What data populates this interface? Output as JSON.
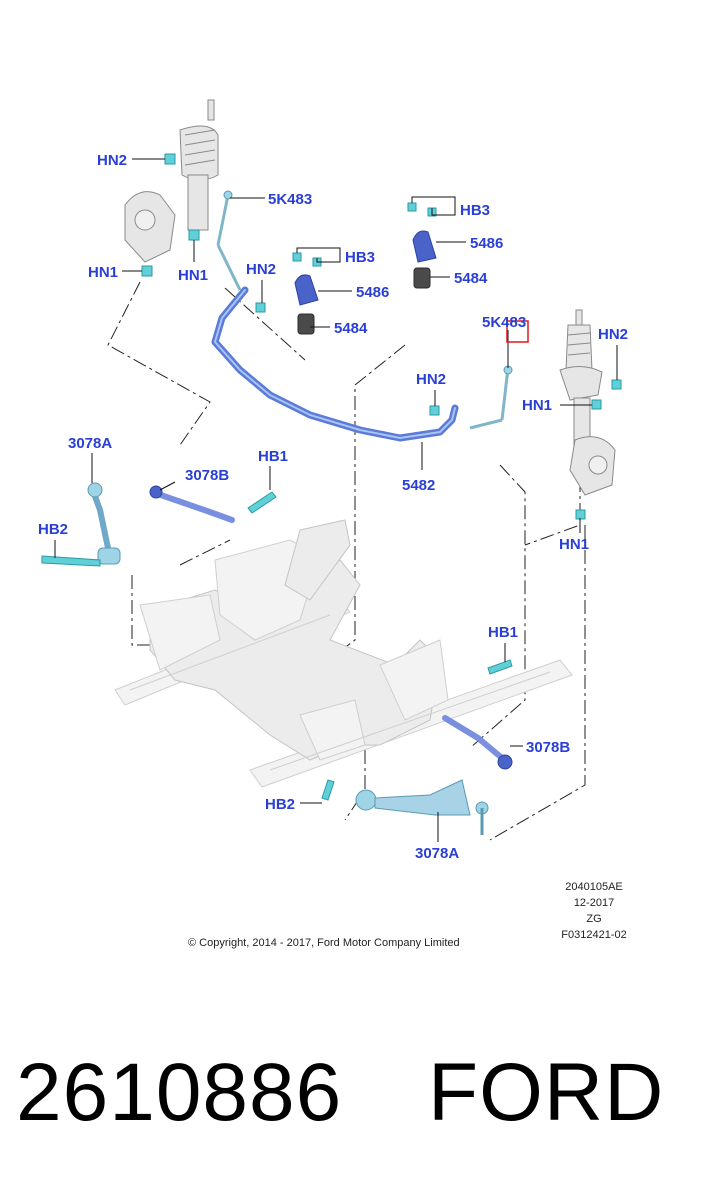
{
  "diagram": {
    "callouts": {
      "hn2_left": "HN2",
      "k483_left": "5K483",
      "hn1_left_a": "HN1",
      "hn1_left_b": "HN1",
      "hn2_mid": "HN2",
      "hb3_mid": "HB3",
      "p5486_mid": "5486",
      "p5484_mid": "5484",
      "hb3_right": "HB3",
      "p5486_right": "5486",
      "p5484_right": "5484",
      "k483_right": "5K483",
      "hn2_right": "HN2",
      "hn2_center": "HN2",
      "hn1_right_a": "HN1",
      "p5482": "5482",
      "p3078a_top": "3078A",
      "p3078b_top": "3078B",
      "hb1_top": "HB1",
      "hb2_left": "HB2",
      "hn1_right_b": "HN1",
      "hb1_bottom": "HB1",
      "p3078b_bottom": "3078B",
      "hb2_bottom": "HB2",
      "p3078a_bottom": "3078A"
    },
    "info": {
      "code": "2040105AE",
      "date": "12-2017",
      "zg": "ZG",
      "ref": "F0312421-02"
    },
    "copyright": "© Copyright, 2014 - 2017, Ford Motor Company Limited",
    "highlight_color": "#e0191b"
  },
  "footer": {
    "part_number": "2610886",
    "brand": "FORD"
  }
}
